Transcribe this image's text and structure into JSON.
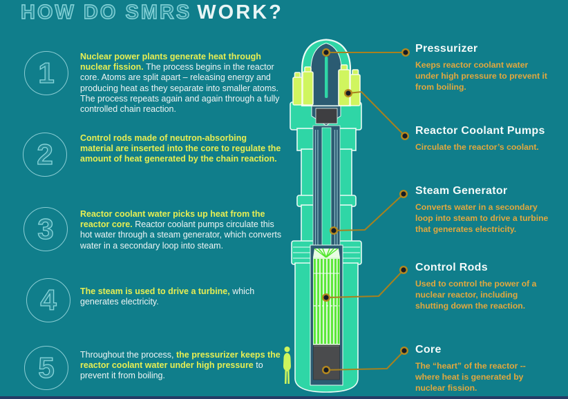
{
  "title": {
    "outline_part": "HOW DO SMRS",
    "solid_part": "WORK?"
  },
  "steps": [
    {
      "number": "1",
      "segments": [
        {
          "text": "Nuclear power plants generate heat through nuclear fission. ",
          "style": "em"
        },
        {
          "text": "The process begins in the reactor core. Atoms are split apart – releasing energy and producing heat as they separate into smaller atoms. The process repeats again and again through a fully controlled chain reaction.",
          "style": "plain"
        }
      ]
    },
    {
      "number": "2",
      "segments": [
        {
          "text": "Control rods made of neutron-absorbing material are inserted into the core to regulate the amount of heat generated by the chain reaction.",
          "style": "em"
        }
      ]
    },
    {
      "number": "3",
      "segments": [
        {
          "text": "Reactor coolant water picks up heat from the reactor core. ",
          "style": "em"
        },
        {
          "text": "Reactor coolant pumps circulate this hot water through a steam generator, which converts water in a secondary loop into steam.",
          "style": "plain"
        }
      ]
    },
    {
      "number": "4",
      "segments": [
        {
          "text": "The steam is used to drive a turbine,",
          "style": "em"
        },
        {
          "text": " which generates electricity.",
          "style": "plain"
        }
      ]
    },
    {
      "number": "5",
      "segments": [
        {
          "text": "Throughout the process, ",
          "style": "plain"
        },
        {
          "text": "the pressurizer keeps the reactor coolant water under high pressure",
          "style": "em"
        },
        {
          "text": " to prevent it from boiling.",
          "style": "plain"
        }
      ]
    }
  ],
  "labels": [
    {
      "title": "Pressurizer",
      "desc": "Keeps reactor coolant water under high pressure to prevent it from boiling."
    },
    {
      "title": "Reactor Coolant Pumps",
      "desc": "Circulate the reactor’s coolant."
    },
    {
      "title": "Steam Generator",
      "desc": "Converts water in a secondary loop into steam to drive a turbine that generates electricity."
    },
    {
      "title": "Control Rods",
      "desc": "Used to control the power of a nuclear reactor, including shutting down the reaction."
    },
    {
      "title": "Core",
      "desc": "The “heart” of the reactor -- where heat is generated by nuclear fission."
    }
  ],
  "diagram": {
    "parts": [
      "reactor-dome-pressurizer",
      "reactor-coolant-pumps",
      "steam-generator-column",
      "control-rods",
      "core",
      "human-figure-for-scale"
    ]
  },
  "colors": {
    "background": "#107E8B",
    "reactor_mint": "#2FD6A6",
    "cutaway_dark": "#2B5B72",
    "pump_yellow_green": "#D0F55F",
    "rod_green": "#4EE629",
    "core_gray": "#4A4B4D",
    "step_yellow": "#E7EE53",
    "body_white": "#EEF5F4",
    "label_gold": "#E2A83E",
    "connector_gold": "#A8811E",
    "title_outline": "#8AD6DB"
  }
}
